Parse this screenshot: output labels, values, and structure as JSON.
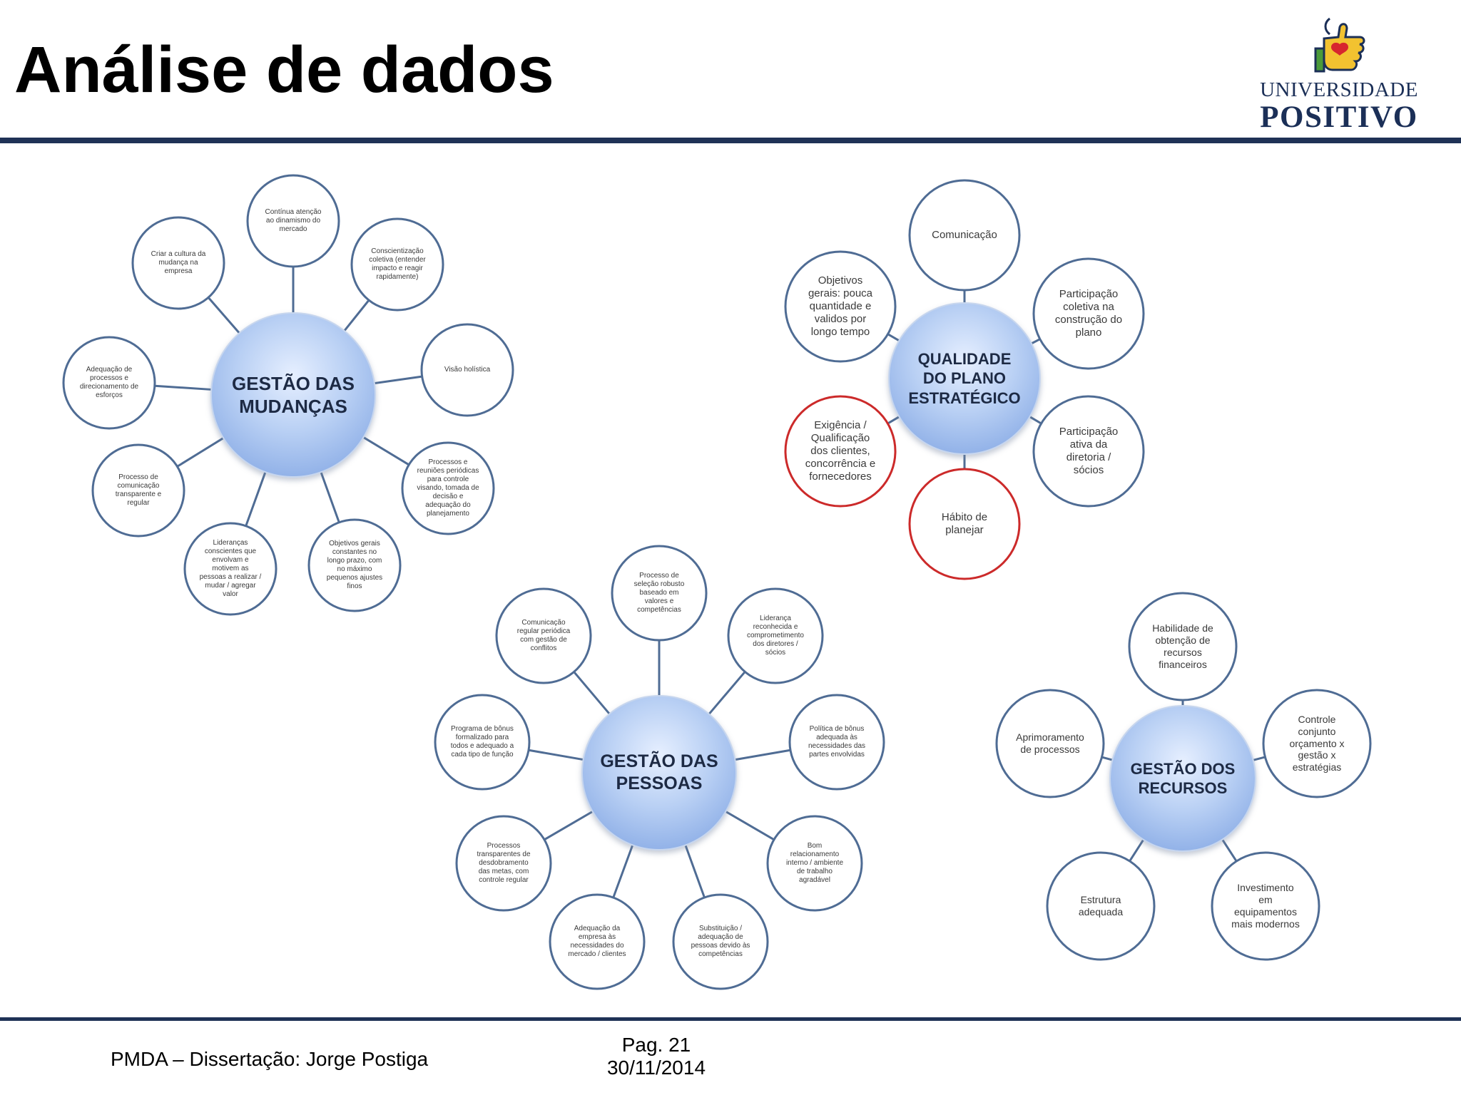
{
  "title": "Análise de dados",
  "logo": {
    "line1": "UNIVERSIDADE",
    "line2": "POSITIVO"
  },
  "footer": {
    "left": "PMDA – Dissertação: Jorge Postiga",
    "page": "Pag. 21",
    "date": "30/11/2014"
  },
  "colors": {
    "node_border": "#4f6c94",
    "highlight_border": "#cc2a2a",
    "hub_fill": "#a9c3ee",
    "rule": "#1f3256"
  },
  "clusters": [
    {
      "id": "mudancas",
      "hub": "GESTÃO DAS\nMUDANÇAS",
      "nodes": [
        {
          "text": "Contínua atenção\nao dinamismo do\nmercado"
        },
        {
          "text": "Conscientização\ncoletiva (entender\nimpacto e reagir\nrapidamente)"
        },
        {
          "text": "Visão holística"
        },
        {
          "text": "Processos e\nreuniões periódicas\npara controle\nvisando, tomada de\ndecisão e\nadequação do\nplanejamento"
        },
        {
          "text": "Objetivos gerais\nconstantes no\nlongo prazo, com\nno máximo\npequenos ajustes\nfinos"
        },
        {
          "text": "Lideranças\nconscientes que\nenvolvam e\nmotivem as\npessoas a realizar /\nmudar / agregar\nvalor"
        },
        {
          "text": "Processo de\ncomunicação\ntransparente e\nregular"
        },
        {
          "text": "Adequação de\nprocessos e\ndirecionamento de\nesforços"
        },
        {
          "text": "Criar a cultura da\nmudança na\nempresa"
        }
      ]
    },
    {
      "id": "qualidade",
      "hub": "QUALIDADE\nDO PLANO\nESTRATÉGICO",
      "nodes": [
        {
          "text": "Comunicação"
        },
        {
          "text": "Participação\ncoletiva na\nconstrução do\nplano"
        },
        {
          "text": "Participação\nativa da\ndiretoria /\nsócios"
        },
        {
          "text": "Hábito de\nplanejar",
          "highlight": true
        },
        {
          "text": "Exigência /\nQualificação\ndos clientes,\nconcorrência e\nfornecedores",
          "highlight": true
        },
        {
          "text": "Objetivos\ngerais: pouca\nquantidade e\nvalidos por\nlongo tempo"
        }
      ]
    },
    {
      "id": "pessoas",
      "hub": "GESTÃO DAS\nPESSOAS",
      "nodes": [
        {
          "text": "Processo de\nseleção robusto\nbaseado em\nvalores e\ncompetências"
        },
        {
          "text": "Liderança\nreconhecida e\ncomprometimento\ndos diretores /\nsócios"
        },
        {
          "text": "Política de bônus\nadequada às\nnecessidades das\npartes envolvidas"
        },
        {
          "text": "Bom\nrelacionamento\ninterno / ambiente\nde trabalho\nagradável"
        },
        {
          "text": "Substituição /\nadequação de\npessoas devido às\ncompetências"
        },
        {
          "text": "Adequação da\nempresa às\nnecessidades do\nmercado / clientes"
        },
        {
          "text": "Processos\ntransparentes de\ndesdobramento\ndas metas, com\ncontrole regular"
        },
        {
          "text": "Programa de bônus\nformalizado para\ntodos e adequado a\ncada tipo de função"
        },
        {
          "text": "Comunicação\nregular periódica\ncom gestão de\nconflitos"
        }
      ]
    },
    {
      "id": "recursos",
      "hub": "GESTÃO DOS\nRECURSOS",
      "nodes": [
        {
          "text": "Habilidade de\nobtenção de\nrecursos\nfinanceiros"
        },
        {
          "text": "Controle\nconjunto\norçamento x\ngestão x\nestratégias"
        },
        {
          "text": "Investimento\nem\nequipamentos\nmais modernos"
        },
        {
          "text": "Estrutura\nadequada"
        },
        {
          "text": "Aprimoramento\nde processos"
        }
      ]
    }
  ]
}
